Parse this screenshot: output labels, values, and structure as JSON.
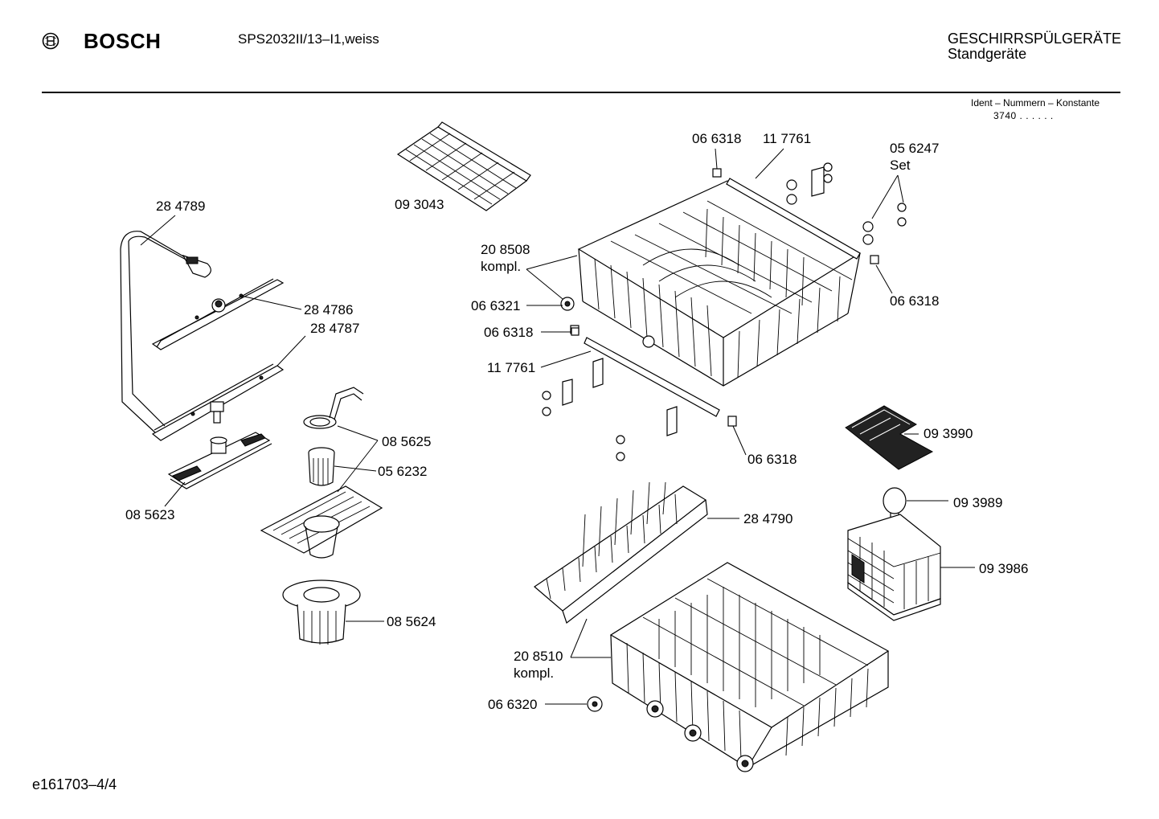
{
  "header": {
    "brand": "BOSCH",
    "model": "SPS2032II/13–I1,weiss",
    "category_line1": "GESCHIRRSPÜLGERÄTE",
    "category_line2": "Standgeräte",
    "ident_label": "Ident – Nummern – Konstante",
    "ident_value": "3740 . .   . . . ."
  },
  "footer": {
    "code": "e161703–4/4"
  },
  "parts": {
    "p284789": "28 4789",
    "p284786": "28 4786",
    "p284787": "28 4787",
    "p085623": "08 5623",
    "p085625": "08 5625",
    "p056232": "05 6232",
    "p085624": "08 5624",
    "p093043": "09 3043",
    "p208508": "20 8508",
    "kompl1": "kompl.",
    "p066321": "06 6321",
    "p066318a": "06 6318",
    "p117761a": "11 7761",
    "p066318top": "06 6318",
    "p117761top": "11 7761",
    "p056247": "05 6247",
    "set": "Set",
    "p066318r": "06 6318",
    "p066318b": "06 6318",
    "p093990": "09 3990",
    "p093989": "09 3989",
    "p093986": "09 3986",
    "p284790": "28 4790",
    "p208510": "20 8510",
    "kompl2": "kompl.",
    "p066320": "06 6320"
  }
}
